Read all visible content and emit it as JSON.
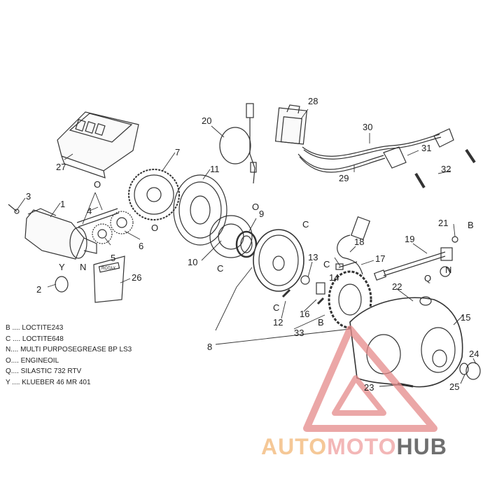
{
  "callouts": [
    "1",
    "2",
    "3",
    "4",
    "5",
    "6",
    "7",
    "8",
    "9",
    "10",
    "11",
    "12",
    "13",
    "14",
    "15",
    "16",
    "17",
    "18",
    "19",
    "20",
    "21",
    "22",
    "23",
    "24",
    "25",
    "26",
    "27",
    "28",
    "29",
    "30",
    "31",
    "32",
    "33"
  ],
  "markers": {
    "O": "O",
    "C": "C",
    "Y": "Y",
    "N": "N",
    "B": "B",
    "Q": "Q"
  },
  "legend": [
    "B .... LOCTITE243",
    "C .... LOCTITE648",
    "N.... MULTI PURPOSEGREASE BP LS3",
    "O.... ENGINEOIL",
    "Q.... SILASTIC 732 RTV",
    "Y .... KLUEBER 46 MR 401"
  ],
  "booklet_label": "ROTAX",
  "watermark": {
    "part1": "AUTO",
    "part2": "MOTO",
    "part3": "HUB",
    "color1": "#f5c897",
    "color2": "#f3b7b7",
    "color3": "#6f6f6f"
  },
  "colors": {
    "line": "#333333",
    "triangle": "#e58a8a"
  }
}
